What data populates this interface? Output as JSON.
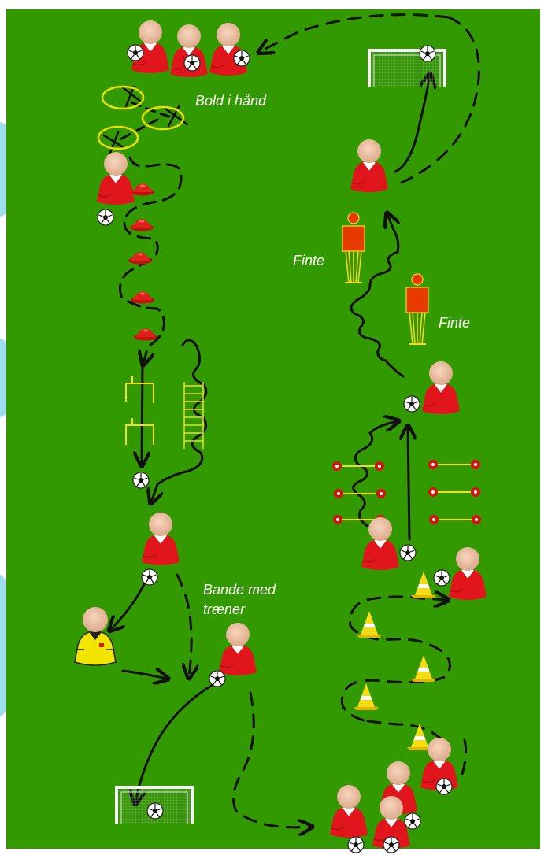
{
  "colors": {
    "pitch": "#339900",
    "border": "#5ec7df",
    "player_shirt": "#e0161c",
    "coach_shirt": "#f2e600",
    "skin": "#f1c7a6",
    "cone_red": "#d4140f",
    "cone_yellow": "#f6dd13",
    "ring_yellow": "#e8e000",
    "path": "#111111"
  },
  "labels": {
    "bold_i_haand": "Bold i hånd",
    "finte_1": "Finte",
    "finte_2": "Finte",
    "bande_line1": "Bande med",
    "bande_line2": "træner"
  },
  "icons": [
    "player-icon",
    "coach-icon",
    "ball-icon",
    "goal-icon",
    "mannequin-icon",
    "disc-cone-icon",
    "tall-cone-icon",
    "hurdle-icon",
    "ladder-icon",
    "ring-icon",
    "pole-icon"
  ]
}
